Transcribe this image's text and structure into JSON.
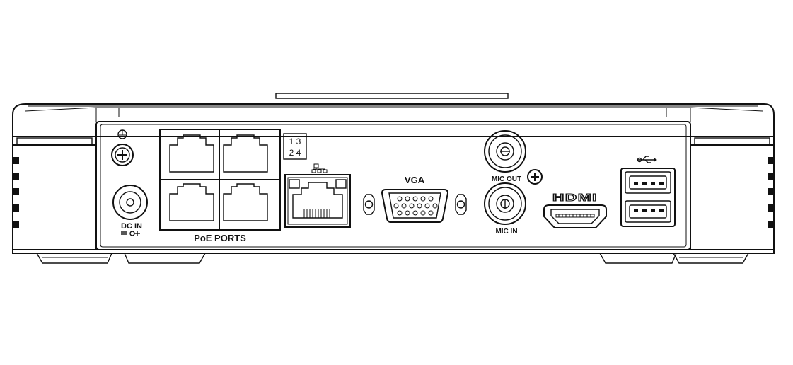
{
  "device": {
    "labels": {
      "dc_in": "DC IN",
      "poe_ports": "PoE PORTS",
      "port_map_row1": "1 3",
      "port_map_row2": "2 4",
      "vga": "VGA",
      "mic_out": "MIC OUT",
      "mic_in": "MIC IN",
      "hdmi_logo": "HDMI"
    },
    "icons": {
      "ground": "ground-icon",
      "grounding_screw": "grounding-screw-icon",
      "network": "network-icon",
      "usb": "usb-icon"
    }
  }
}
